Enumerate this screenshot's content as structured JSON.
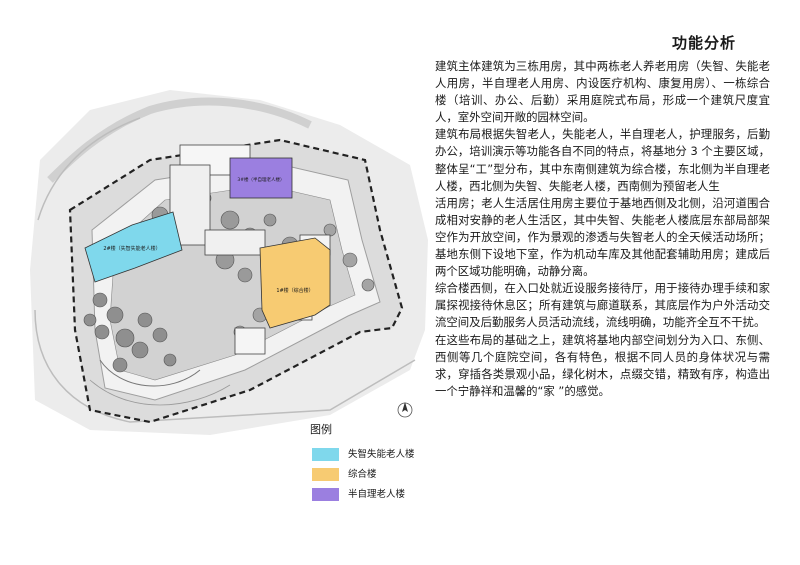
{
  "title": "功能分析",
  "paragraphs": [
    "建筑主体建筑为三栋用房，其中两栋老人养老用房（失智、失能老人用房，半自理老人用房、内设医疗机构、康复用房）、一栋综合楼（培训、办公、后勤）采用庭院式布局，形成一个建筑尺度宜人，室外空间开敞的园林空间。",
    "建筑布局根据失智老人，失能老人，半自理老人，护理服务，后勤办公，培训演示等功能各自不同的特点，将基地分 3 个主要区域，整体呈“工”型分布，其中东南侧建筑为综合楼，东北侧为半自理老人楼，西北侧为失智、失能老人楼，西南侧为预留老人生",
    "活用房；老人生活居住用房主要位于基地西侧及北侧，沿河道围合成相对安静的老人生活区，其中失智、失能老人楼底层东部局部架空作为开放空间，作为景观的渗透与失智老人的全天候活动场所；基地东侧下设地下室，作为机动车库及其他配套辅助用房；建成后两个区域功能明确，动静分离。",
    "综合楼西侧，在入口处就近设服务接待厅，用于接待办理手续和家属探视接待休息区；所有建筑与廊道联系，其底层作为户外活动交流空间及后勤服务人员活动流线，流线明确，功能齐全互不干扰。",
    "在这些布局的基础之上，建筑将基地内部空间划分为入口、东侧、西侧等几个庭院空间，各有特色，根据不同人员的身体状况与需求，穿插各类景观小品，绿化树木，点缀交错，精致有序，构造出一个宁静祥和温馨的“家 ”的感觉。"
  ],
  "buildings": {
    "dementia": "2#楼（失智失能老人楼）",
    "semi": "3#楼（半自理老人楼）",
    "complex": "1#楼（综合楼）"
  },
  "legend": {
    "title": "图例",
    "items": [
      {
        "label": "失智失能老人楼",
        "color": "#7fd8ec"
      },
      {
        "label": "综合楼",
        "color": "#f7cb72"
      },
      {
        "label": "半自理老人楼",
        "color": "#9b7fe0"
      }
    ]
  },
  "colors": {
    "dementia": "#7fd8ec",
    "complex": "#f7cb72",
    "semi": "#9b7fe0",
    "ground": "#e3e3e3"
  }
}
